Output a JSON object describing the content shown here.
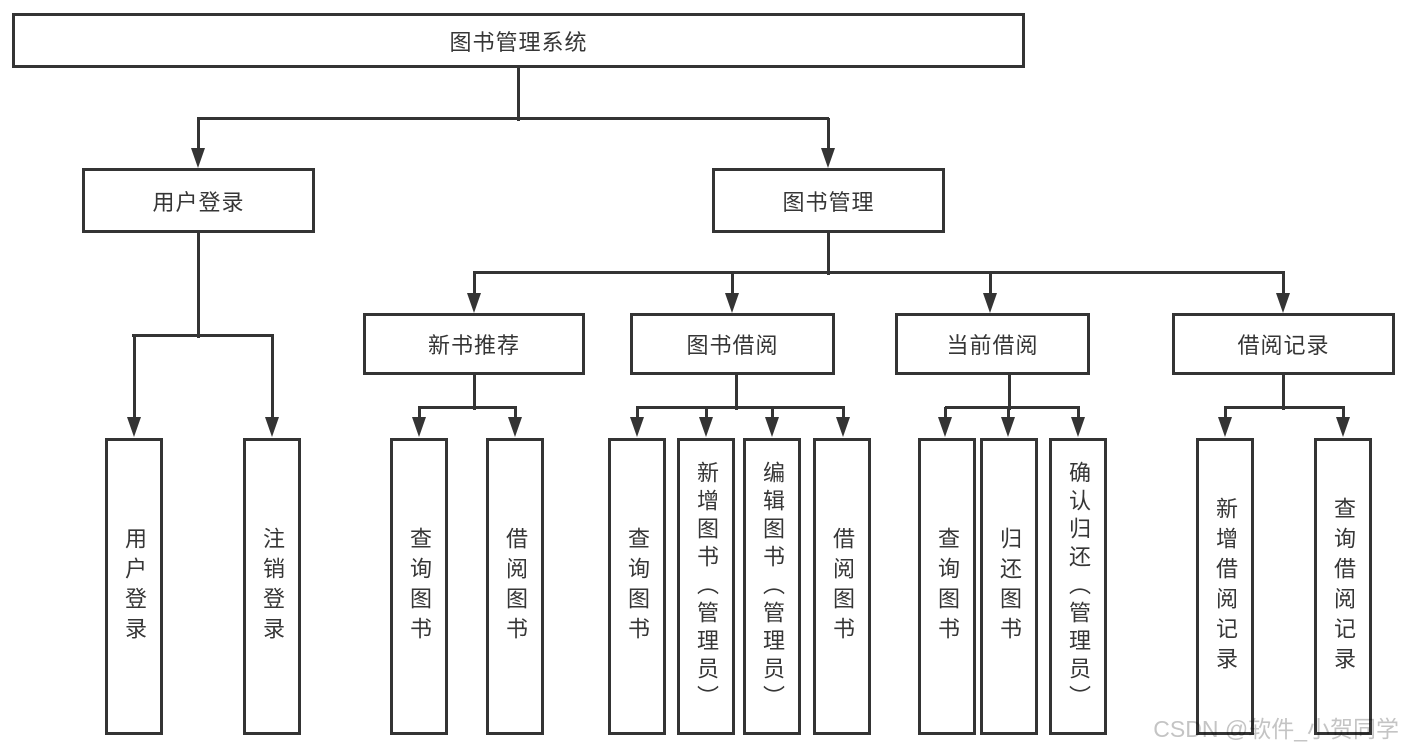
{
  "colors": {
    "line": "#343434",
    "text": "#363636",
    "background": "#ffffff",
    "watermark": "#c4c4c4"
  },
  "nodes": {
    "root": {
      "label": "图书管理系统"
    },
    "level2": [
      {
        "label": "用户登录"
      },
      {
        "label": "图书管理"
      }
    ],
    "level3": [
      {
        "label": "新书推荐"
      },
      {
        "label": "图书借阅"
      },
      {
        "label": "当前借阅"
      },
      {
        "label": "借阅记录"
      }
    ],
    "leaves": [
      {
        "label": "用户登录"
      },
      {
        "label": "注销登录"
      },
      {
        "label": "查询图书"
      },
      {
        "label": "借阅图书"
      },
      {
        "label": "查询图书"
      },
      {
        "label": "新增图书（管理员）"
      },
      {
        "label": "编辑图书（管理员）"
      },
      {
        "label": "借阅图书"
      },
      {
        "label": "查询图书"
      },
      {
        "label": "归还图书"
      },
      {
        "label": "确认归还（管理员）"
      },
      {
        "label": "新增借阅记录"
      },
      {
        "label": "查询借阅记录"
      }
    ]
  },
  "watermark": {
    "text": "CSDN @软件_小贺同学"
  }
}
